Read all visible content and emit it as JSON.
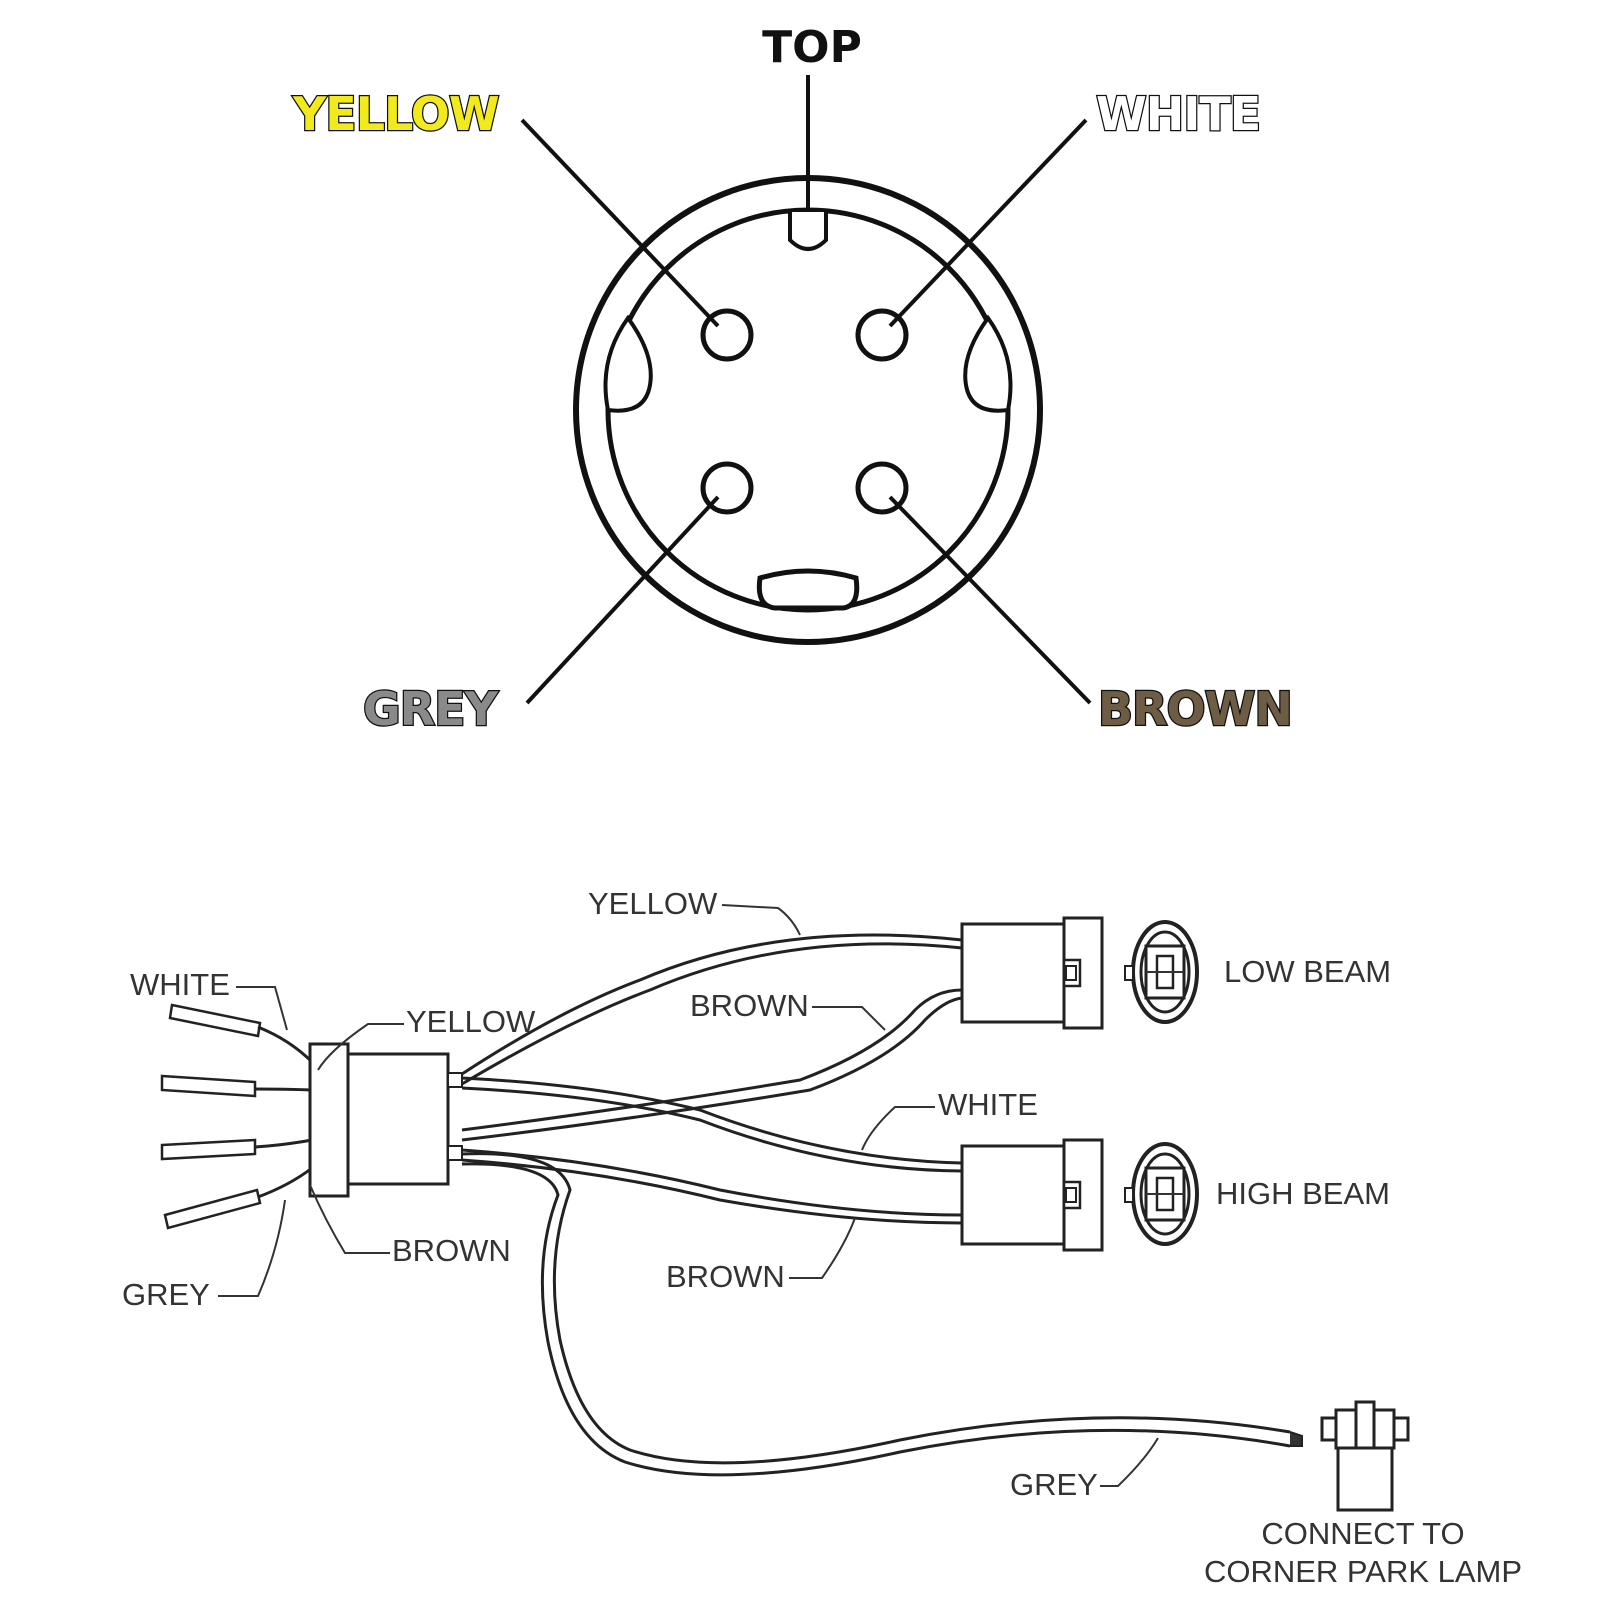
{
  "connector_view": {
    "top_label": "TOP",
    "pins": {
      "yellow": {
        "label": "YELLOW",
        "color": "#f2ea1a"
      },
      "white": {
        "label": "WHITE",
        "color": "#ffffff"
      },
      "grey": {
        "label": "GREY",
        "color": "#8a8a8a"
      },
      "brown": {
        "label": "BROWN",
        "color": "#6e5c44"
      }
    }
  },
  "harness": {
    "labels": {
      "yellow_top": "YELLOW",
      "white_left": "WHITE",
      "yellow_left": "YELLOW",
      "brown_low": "BROWN",
      "white_mid": "WHITE",
      "brown_left": "BROWN",
      "grey_left": "GREY",
      "brown_high": "BROWN",
      "grey_bottom": "GREY"
    },
    "low_beam_label": "LOW BEAM",
    "high_beam_label": "HIGH BEAM",
    "park_lamp_line1": "CONNECT TO",
    "park_lamp_line2": "CORNER PARK LAMP"
  }
}
